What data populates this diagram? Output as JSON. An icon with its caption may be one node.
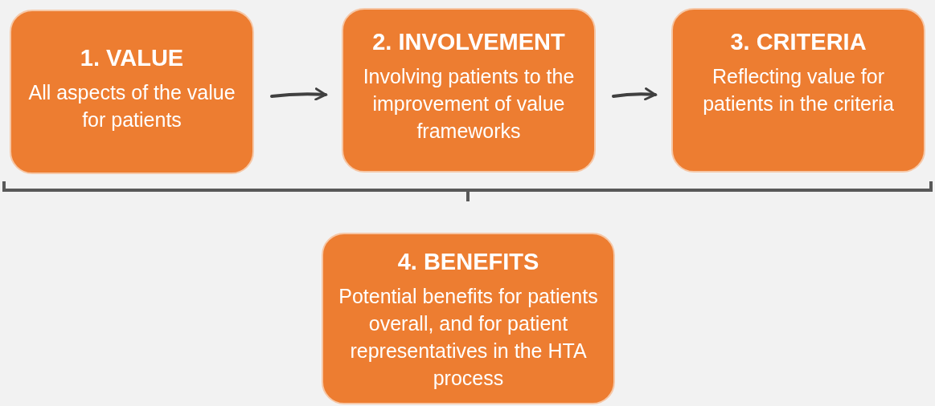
{
  "diagram": {
    "nodes": [
      {
        "text": [
          "1. VALUE",
          "All aspects of the value for patients"
        ]
      },
      {
        "text": [
          "2. INVOLVEMENT",
          "Involving patients to the improvement of value frameworks"
        ]
      },
      {
        "text": [
          "3. CRITERIA",
          "Reflecting value for patients in the criteria"
        ]
      },
      {
        "text": [
          "4. BENEFITS",
          "Potential benefits for patients overall, and for patient representatives in the HTA process"
        ]
      }
    ],
    "edges": [
      {
        "from": 0,
        "to": 1,
        "arrow": "to"
      },
      {
        "from": 1,
        "to": 2,
        "arrow": "to"
      }
    ]
  }
}
